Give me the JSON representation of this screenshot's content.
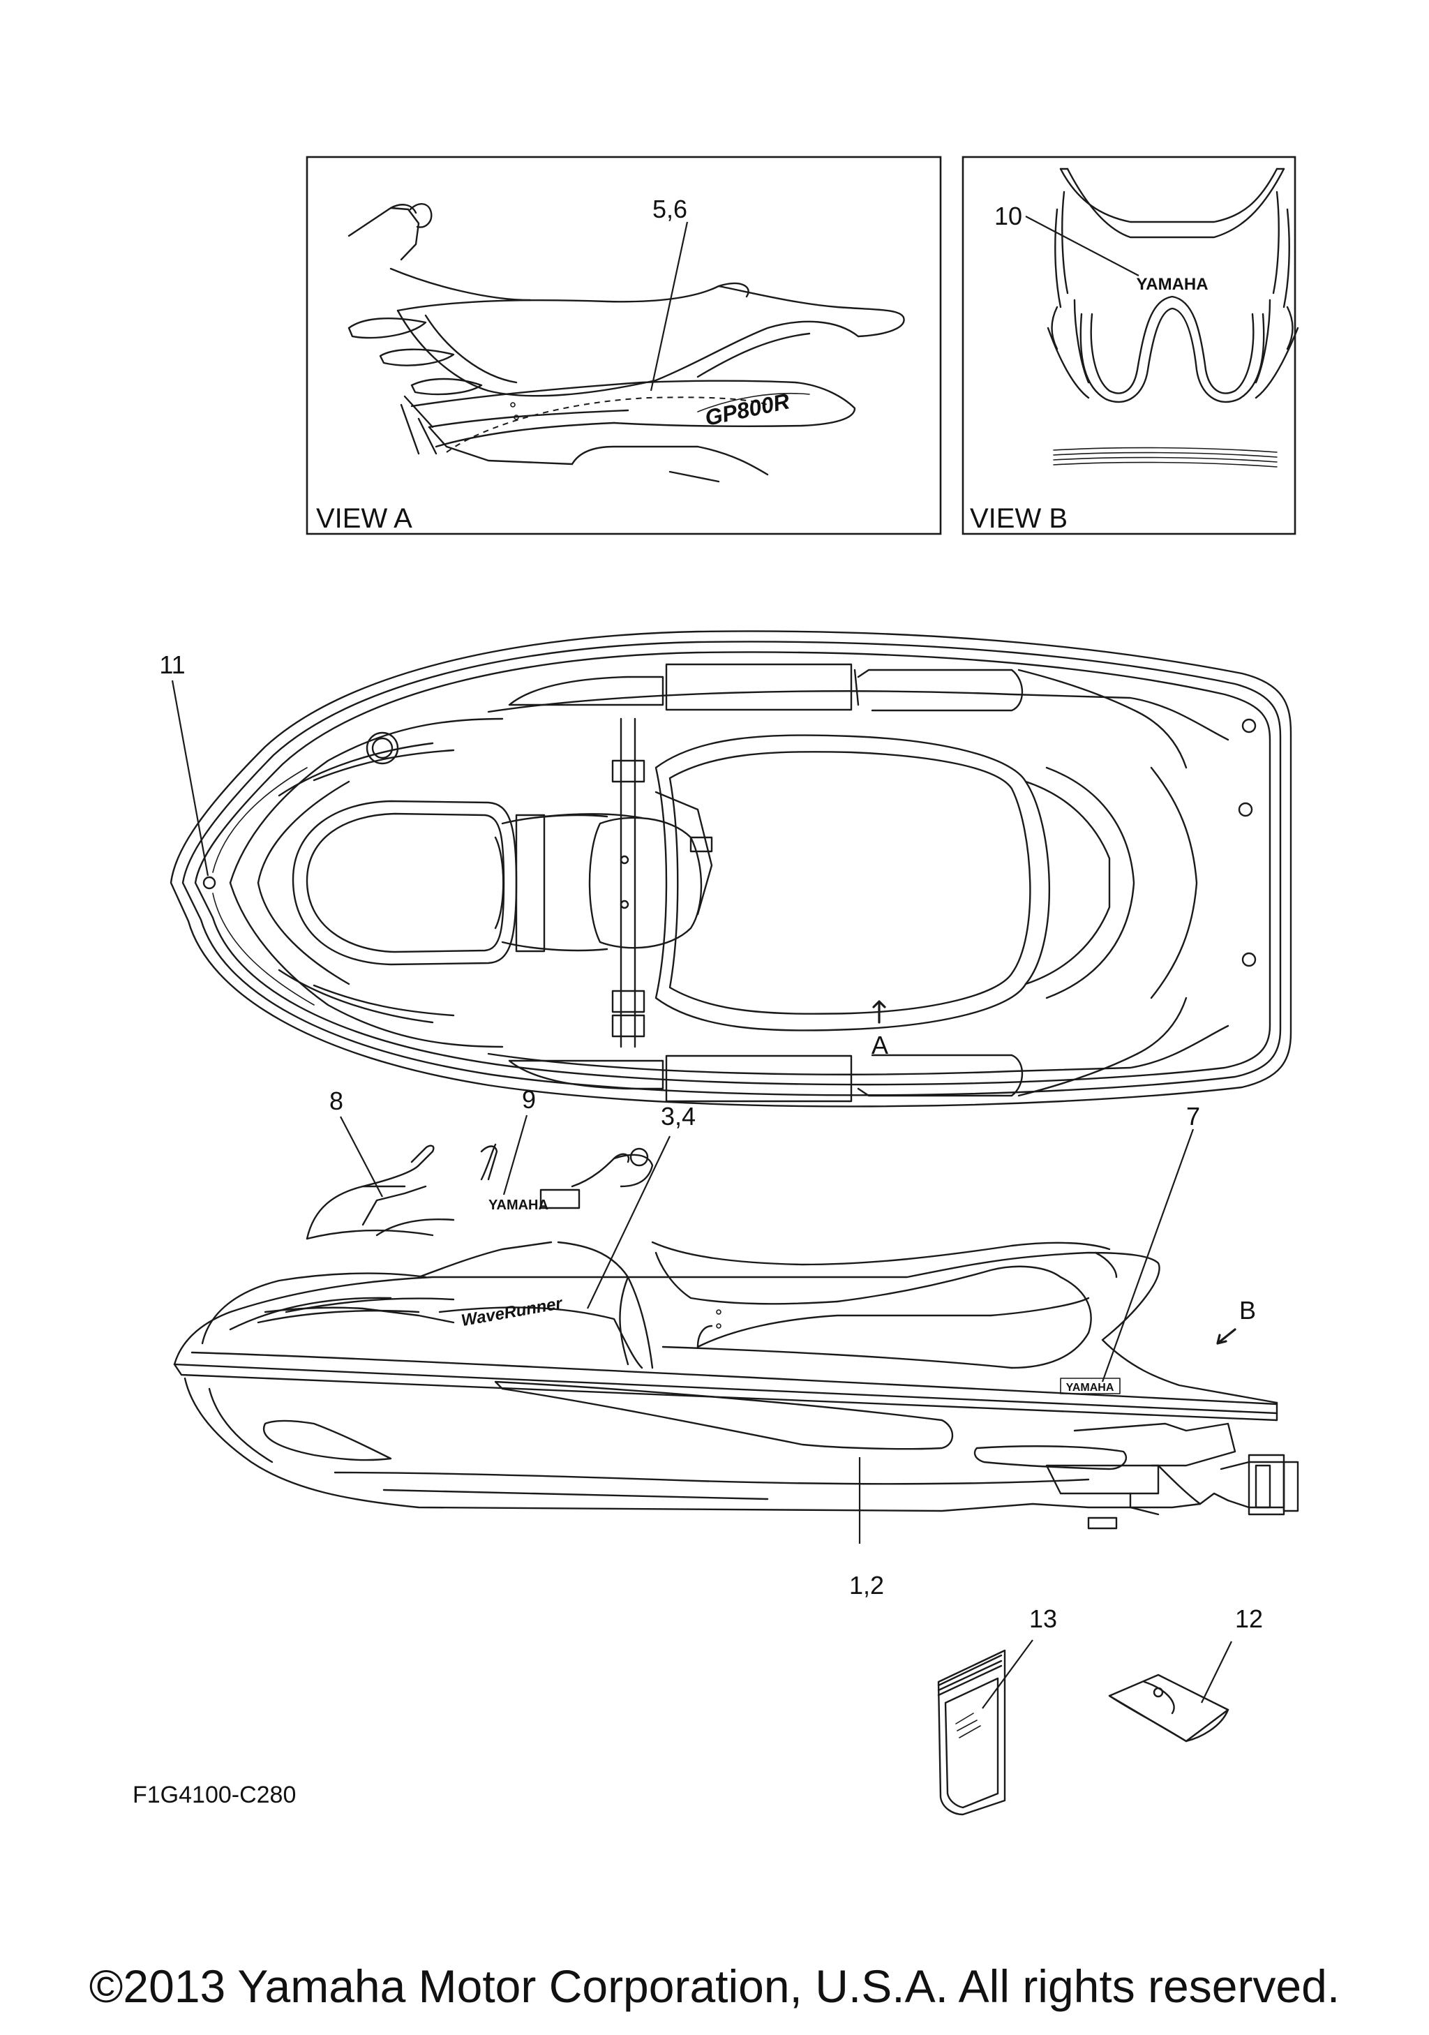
{
  "views": {
    "view_a_label": "VIEW A",
    "view_b_label": "VIEW B"
  },
  "callouts": {
    "c_5_6": "5,6",
    "c_10": "10",
    "c_11": "11",
    "c_8": "8",
    "c_9": "9",
    "c_3_4": "3,4",
    "c_7": "7",
    "c_1_2": "1,2",
    "c_13": "13",
    "c_12": "12"
  },
  "arrows": {
    "a": "A",
    "b": "B"
  },
  "decals": {
    "brand": "YAMAHA",
    "model_side": "WaveRunner",
    "model_seat": "GP800R"
  },
  "drawing_code": "F1G4100-C280",
  "copyright": "©2013 Yamaha Motor Corporation, U.S.A. All rights reserved.",
  "colors": {
    "line": "#1a1a1a",
    "background": "#ffffff"
  }
}
